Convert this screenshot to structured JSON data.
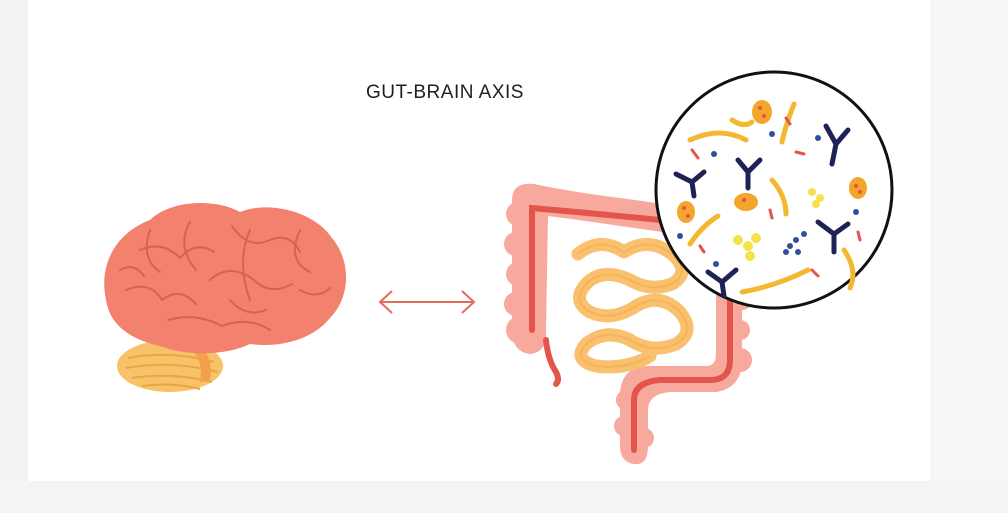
{
  "title": "GUT-BRAIN AXIS",
  "colors": {
    "brain": "#f2826d",
    "cerebellum": "#f7c268",
    "arrow": "#e56b5d",
    "large_intestine": "#f8a99d",
    "small_intestine": "#f9c06e",
    "outline": "#111111"
  },
  "icons": [
    "brain-illustration",
    "bidirectional-arrow",
    "intestines-illustration",
    "microbiome-magnifier"
  ]
}
